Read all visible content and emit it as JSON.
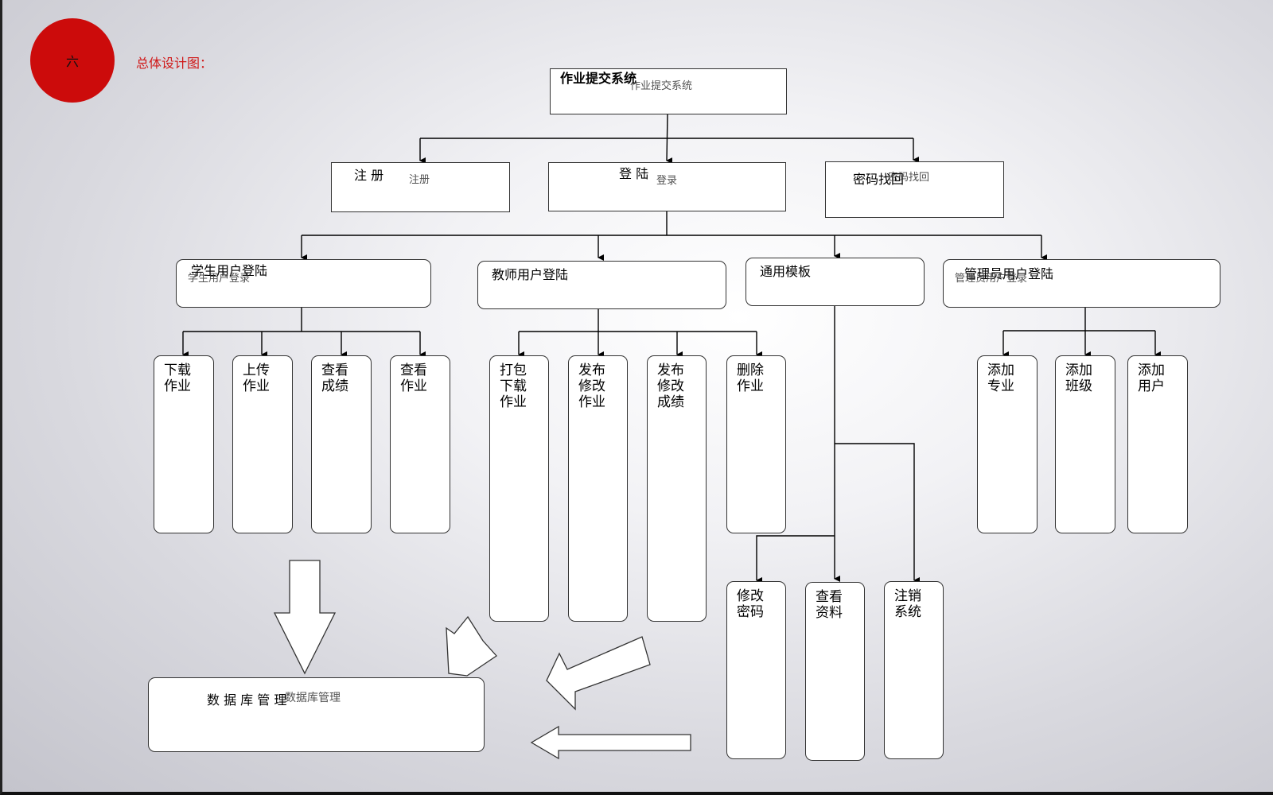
{
  "slide": {
    "badge_number": "六",
    "heading": "总体设计图："
  },
  "diagram": {
    "root": {
      "label": "作业提交系统",
      "ghost": "作业提交系统"
    },
    "level1": {
      "register": {
        "label": "注 册",
        "ghost": "注册"
      },
      "login": {
        "label": "登  陆",
        "ghost": "登录"
      },
      "recover": {
        "label": "密码找回",
        "ghost": "密码找回"
      }
    },
    "level2": {
      "student": {
        "label": "学生用户登陆",
        "ghost": "学生用户登录"
      },
      "teacher": {
        "label": "教师用户登陆"
      },
      "common": {
        "label": "通用模板"
      },
      "admin": {
        "label": "管理员用户登陆",
        "ghost": "管理员用户登录"
      }
    },
    "student_functions": [
      "下载作业",
      "上传作业",
      "查看成绩",
      "查看作业"
    ],
    "teacher_functions": [
      "打包下载作业",
      "发布修改作业",
      "发布修改成绩",
      "删除作业"
    ],
    "common_functions": [
      "修改密码",
      "查看资料",
      "注销系统"
    ],
    "admin_functions": [
      "添加专业",
      "添加班级",
      "添加用户"
    ],
    "database": {
      "label": "数 据 库 管 理",
      "ghost": "数据库管理"
    }
  }
}
